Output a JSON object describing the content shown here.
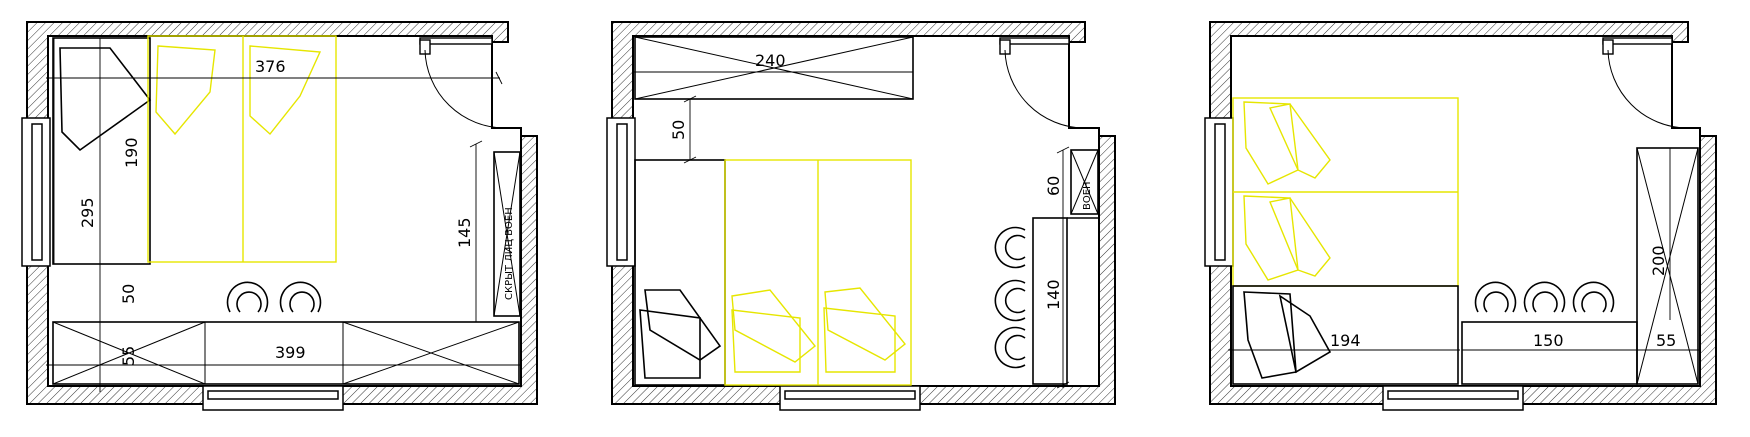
{
  "colors": {
    "wall": "#000000",
    "bed_highlight": "#e6e600",
    "background": "#ffffff"
  },
  "plans": [
    {
      "id": "plan-1",
      "dims": {
        "d376": "376",
        "d190": "190",
        "d295": "295",
        "d145": "145",
        "d50": "50",
        "d55": "55",
        "d399": "399"
      },
      "wardrobe_text": "СКРЫТ ЛИЦ ВОЕН"
    },
    {
      "id": "plan-2",
      "dims": {
        "d240": "240",
        "d50": "50",
        "d60": "60",
        "d140": "140"
      },
      "wardrobe_text": "ВОЕН"
    },
    {
      "id": "plan-3",
      "dims": {
        "d194": "194",
        "d150": "150",
        "d55": "55",
        "d200": "200"
      }
    }
  ]
}
